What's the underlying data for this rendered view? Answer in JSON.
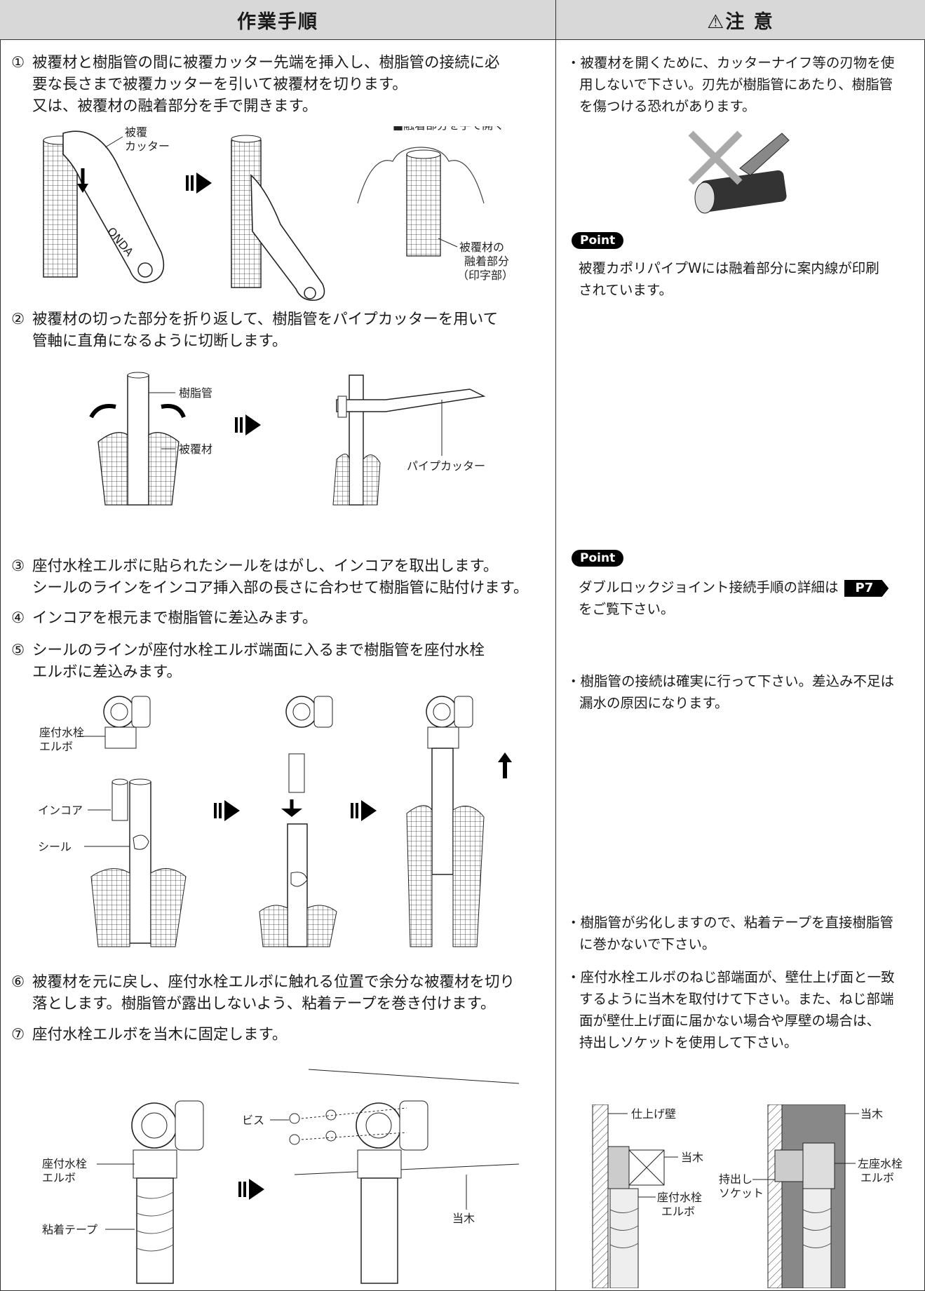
{
  "headers": {
    "left": "作業手順",
    "right": "⚠注 意"
  },
  "steps": [
    {
      "num": "①",
      "lines": [
        "被覆材と樹脂管の間に被覆カッター先端を挿入し、樹脂管の接続に必",
        "要な長さまで被覆カッターを引いて被覆材を切ります。",
        "又は、被覆材の融着部分を手で開きます。"
      ]
    },
    {
      "num": "②",
      "lines": [
        "被覆材の切った部分を折り返して、樹脂管をパイプカッターを用いて",
        "管軸に直角になるように切断します。"
      ]
    },
    {
      "num": "③",
      "lines": [
        "座付水栓エルボに貼られたシールをはがし、インコアを取出します。",
        "シールのラインをインコア挿入部の長さに合わせて樹脂管に貼付けます。"
      ]
    },
    {
      "num": "④",
      "lines": [
        "インコアを根元まで樹脂管に差込みます。"
      ]
    },
    {
      "num": "⑤",
      "lines": [
        "シールのラインが座付水栓エルボ端面に入るまで樹脂管を座付水栓",
        "エルボに差込みます。"
      ]
    },
    {
      "num": "⑥",
      "lines": [
        "被覆材を元に戻し、座付水栓エルボに触れる位置で余分な被覆材を切り",
        "落とします。樹脂管が露出しないよう、粘着テープを巻き付けます。"
      ]
    },
    {
      "num": "⑦",
      "lines": [
        "座付水栓エルボを当木に固定します。"
      ]
    }
  ],
  "fig1": {
    "cutter_label_1": "被覆",
    "cutter_label_2": "カッター",
    "brand": "ONDA",
    "hand_title": "■融着部分を手で開く",
    "fusion_1": "被覆材の",
    "fusion_2": "融着部分",
    "fusion_3": "（印字部）"
  },
  "fig2": {
    "pipe": "樹脂管",
    "cover": "被覆材",
    "cutter": "パイプカッター"
  },
  "fig3": {
    "elbow_1": "座付水栓",
    "elbow_2": "エルボ",
    "incore": "インコア",
    "seal": "シール"
  },
  "fig4": {
    "elbow_1": "座付水栓",
    "elbow_2": "エルボ",
    "tape": "粘着テープ",
    "screw": "ビス",
    "wood": "当木"
  },
  "cautions": [
    {
      "lines": [
        "・被覆材を開くために、カッターナイフ等の刃物を使",
        "用しないで下さい。刃先が樹脂管にあたり、樹脂管",
        "を傷つける恐れがあります。"
      ]
    },
    {
      "lines": [
        "・樹脂管の接続は確実に行って下さい。差込み不足は",
        "漏水の原因になります。"
      ]
    },
    {
      "lines": [
        "・樹脂管が劣化しますので、粘着テープを直接樹脂管",
        "に巻かないで下さい。"
      ]
    },
    {
      "lines": [
        "・座付水栓エルボのねじ部端面が、壁仕上げ面と一致",
        "するように当木を取付けて下さい。また、ねじ部端",
        "面が壁仕上げ面に届かない場合や厚壁の場合は、",
        "持出しソケットを使用して下さい。"
      ]
    }
  ],
  "points": [
    {
      "badge": "Point",
      "lines": [
        "被覆カポリパイプWには融着部分に案内線が印刷",
        "されています。"
      ]
    },
    {
      "badge": "Point",
      "text_before": "ダブルロックジョイント接続手順の詳細は",
      "ref": "P7",
      "text_after": "をご覧下さい。"
    }
  ],
  "fig5": {
    "wall": "仕上げ壁",
    "wood_a": "当木",
    "elbow_1": "座付水栓",
    "elbow_2": "エルボ",
    "wood_b": "当木",
    "socket_1": "持出し",
    "socket_2": "ソケット",
    "left_elbow_1": "左座水栓",
    "left_elbow_2": "エルボ"
  }
}
